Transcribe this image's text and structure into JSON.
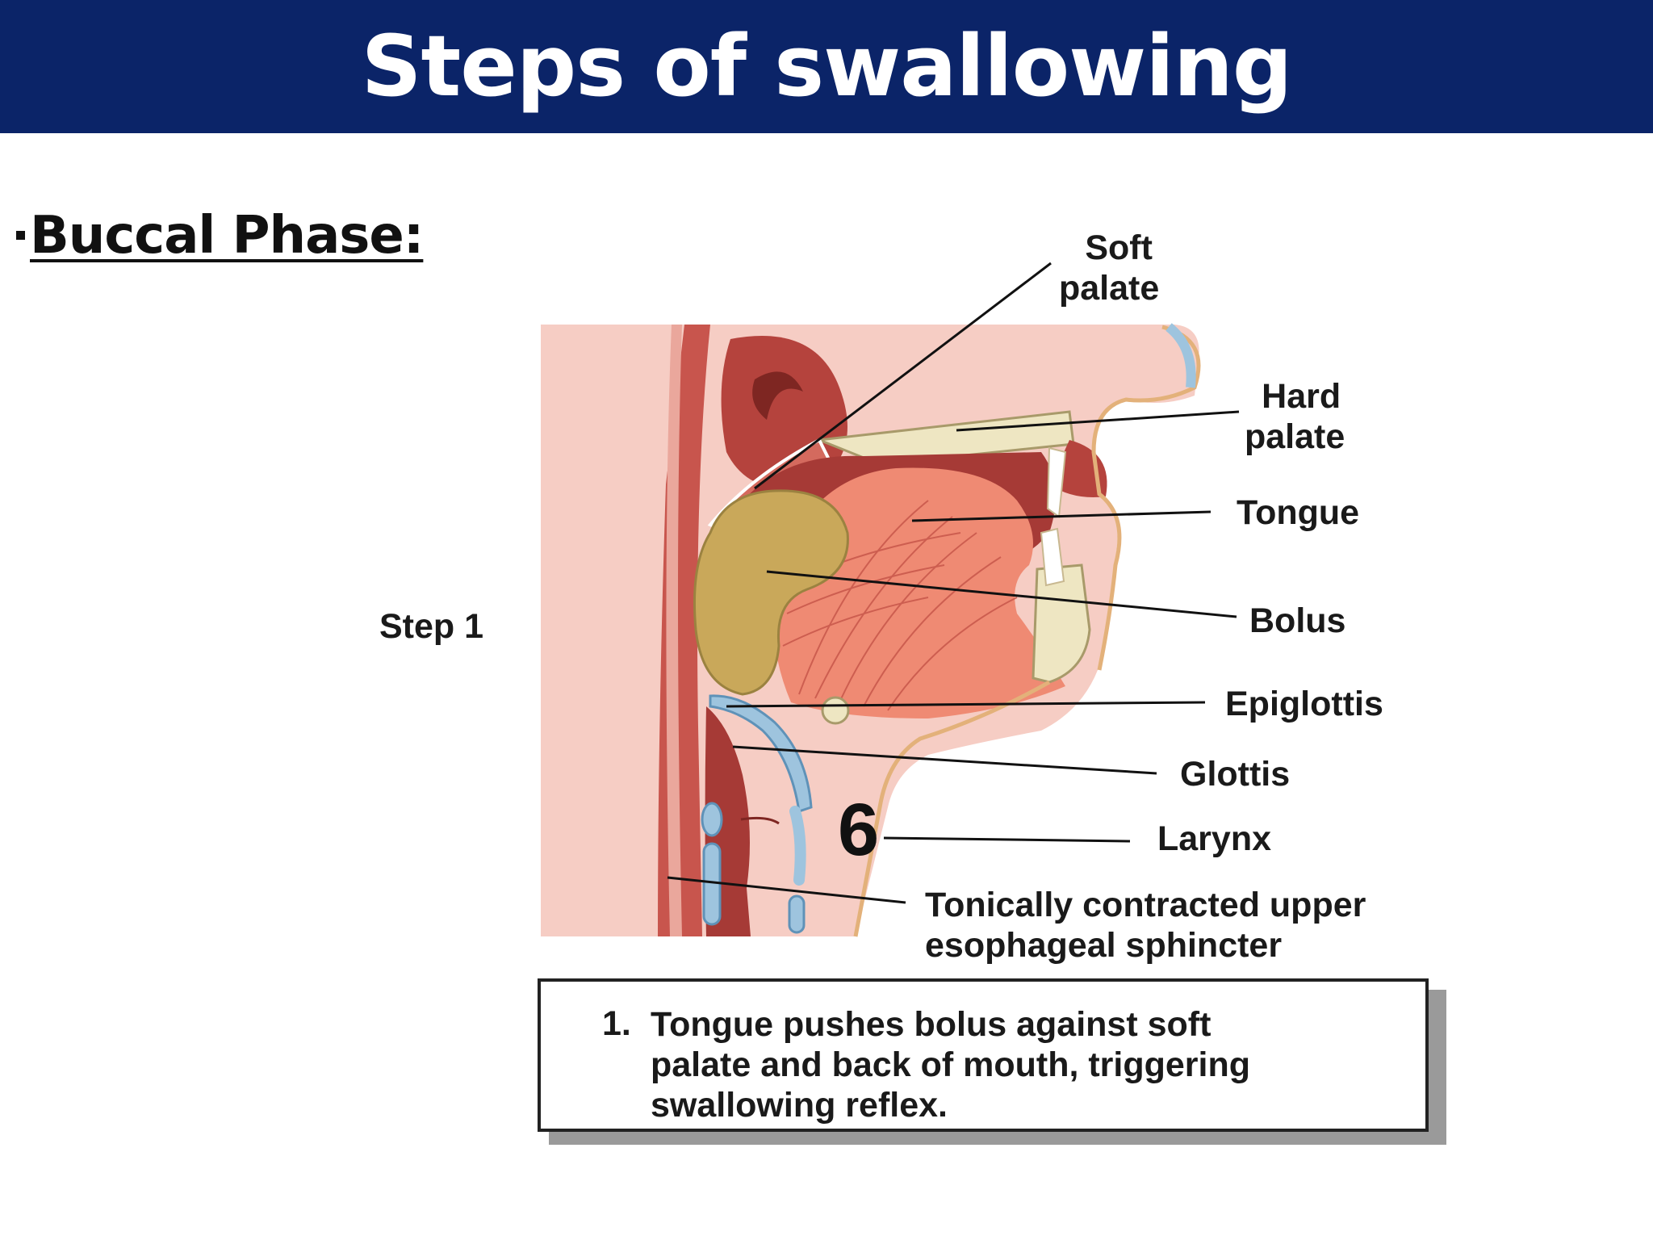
{
  "slide": {
    "title": "Steps of swallowing",
    "phase_label": "Buccal Phase:",
    "banner_color": "#0b2468"
  },
  "diagram": {
    "step_label": "Step 1",
    "figure_number": "6",
    "labels": {
      "soft_palate": [
        "Soft",
        "palate"
      ],
      "hard_palate": [
        "Hard",
        "palate"
      ],
      "tongue": "Tongue",
      "bolus": "Bolus",
      "epiglottis": "Epiglottis",
      "glottis": "Glottis",
      "larynx": "Larynx",
      "sphincter": [
        "Tonically contracted upper",
        "esophageal sphincter"
      ]
    },
    "caption": {
      "number": "1.",
      "lines": [
        "Tongue pushes bolus against soft",
        "palate and back of mouth, triggering",
        "swallowing reflex."
      ]
    }
  }
}
